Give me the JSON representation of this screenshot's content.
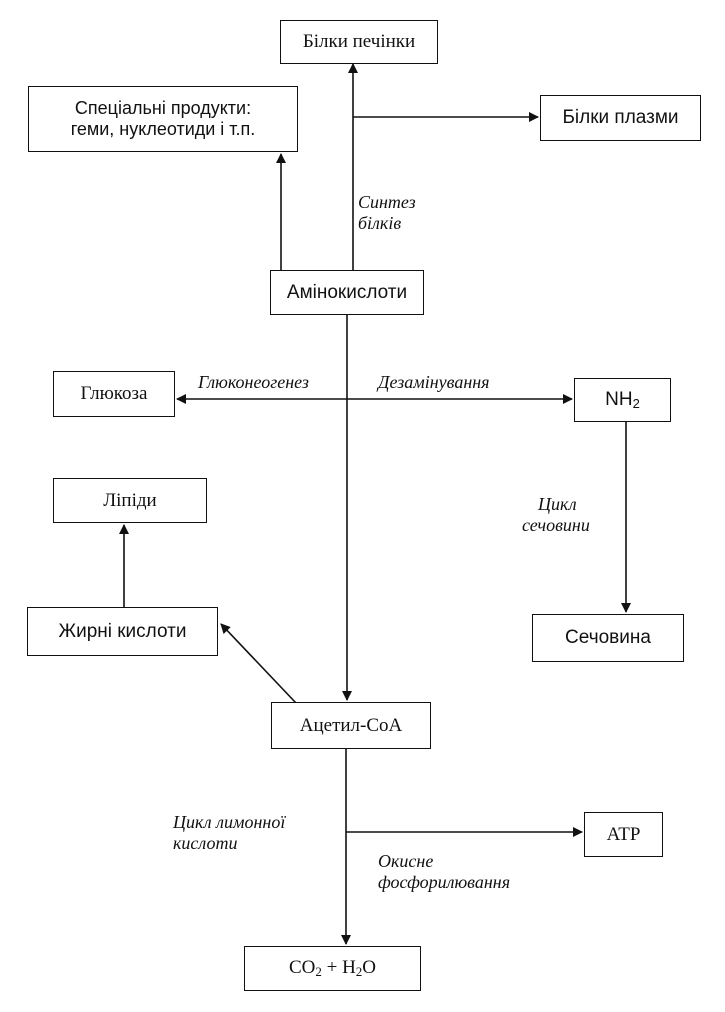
{
  "nodes": {
    "liver_proteins": "Білки печінки",
    "special_products_line1": "Спеціальні продукти:",
    "special_products_line2": "геми, нуклеотиди і т.п.",
    "plasma_proteins": "Білки плазми",
    "amino_acids": "Амінокислоти",
    "glucose": "Глюкоза",
    "nh2_prefix": "NH",
    "nh2_sub": "2",
    "lipids": "Ліпіди",
    "fatty_acids": "Жирні кислоти",
    "urea": "Сечовина",
    "acetyl_coa": "Ацетил-CoA",
    "atp": "ATP",
    "co2_c": "CO",
    "co2_sub": "2",
    "co2_plus_h": " + H",
    "h2o_sub": "2",
    "h2o_o": "O"
  },
  "labels": {
    "protein_synthesis_line1": "Синтез",
    "protein_synthesis_line2": "білків",
    "gluconeogenesis": "Глюконеогенез",
    "deamination": "Дезамінування",
    "urea_cycle_line1": "Цикл",
    "urea_cycle_line2": "сечовини",
    "citric_cycle_line1": "Цикл лимонної",
    "citric_cycle_line2": "кислоти",
    "oxidative_line1": "Окисне",
    "oxidative_line2": "фосфорилювання"
  }
}
